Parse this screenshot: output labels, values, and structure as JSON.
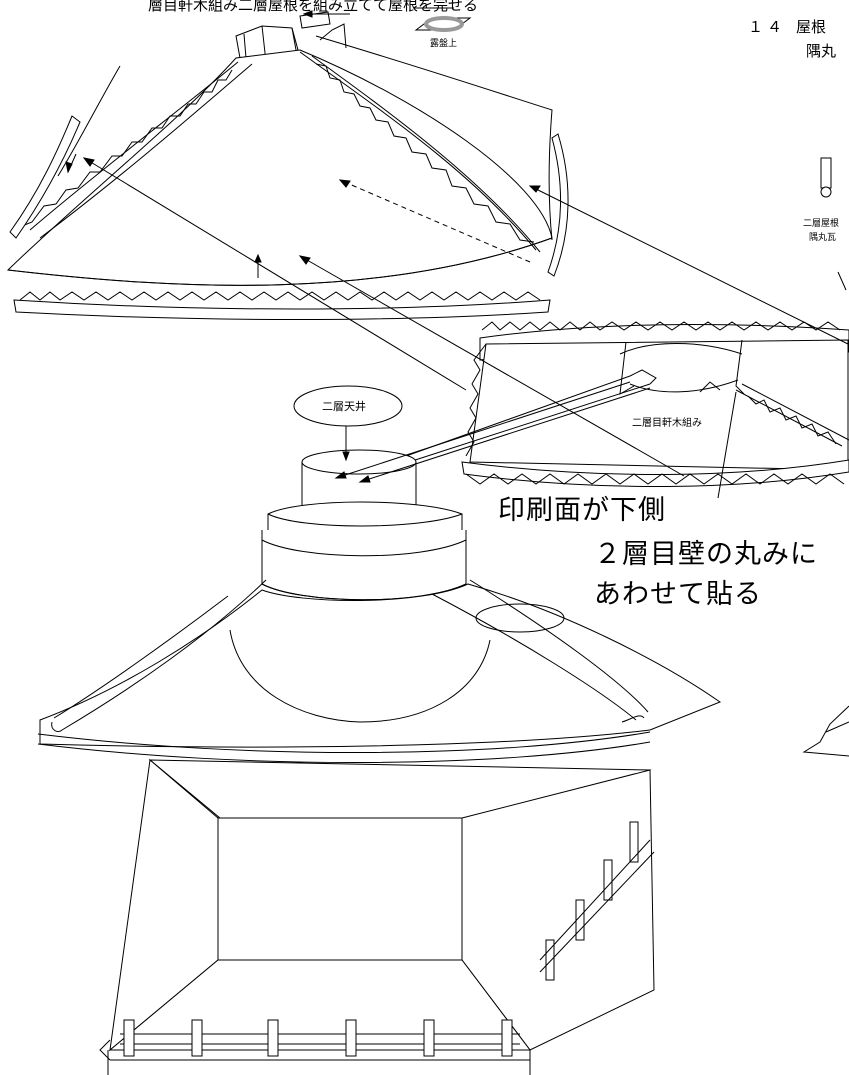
{
  "header": {
    "instruction": "層目軒木組み二層屋根を組み立てて屋根を完せる",
    "step_number": "１４",
    "step_title_line1": "屋根",
    "step_title_line2": "隅丸"
  },
  "parts": {
    "finial_base": "露盤上",
    "corner_tile_line1": "二層屋根",
    "corner_tile_line2": "隅丸瓦",
    "ceiling": "二層天井",
    "eave_frame": "二層目軒木組み"
  },
  "notes": {
    "print_side": "印刷面が下側",
    "wall_fit_line1": "２層目壁の丸みに",
    "wall_fit_line2": "あわせて貼る"
  },
  "colors": {
    "line": "#000000",
    "ring": "#999999",
    "background": "#ffffff"
  }
}
